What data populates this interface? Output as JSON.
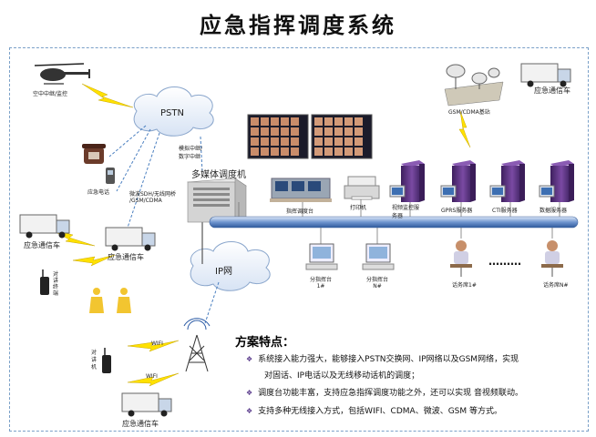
{
  "title": "应急指挥调度系统",
  "labels": {
    "helicopter": "空中中继/监控",
    "pstn": "PSTN",
    "emergency_phone": "应急电话",
    "analog_relay": "模拟中继/\n数字中继",
    "dispatcher_machine": "多媒体调度机",
    "microwave": "微波SDH/无线网桥\n/GSM/CDMA",
    "comm_vehicle_top": "应急通信车",
    "comm_vehicle_left": "应急通信车",
    "comm_vehicle_mid": "应急通信车",
    "comm_vehicle_bottom": "应急通信车",
    "intercom": "对\n讲\n终\n端",
    "ip_network": "IP网",
    "wifi1": "WIFI",
    "wifi2": "WIFI",
    "walkie": "对\n讲\n机",
    "base_station": "GSM/CDMA基站",
    "dispatch_desk": "指挥调度台",
    "printer": "打印机",
    "video_server": "视频监控服\n务器",
    "gprs_server": "GPRS服务器",
    "cti_server": "CTI服务器",
    "data_server": "数据服务器",
    "sub_desk_1": "分指挥台\n1#",
    "sub_desk_n": "分指挥台\nN#",
    "operator_1": "话务席1#",
    "operator_n": "话务席N#",
    "dots": "………"
  },
  "features": {
    "heading": "方案特点：",
    "items": [
      "系统接入能力强大，能够接入PSTN交换网、IP网络以及GSM网络，实现",
      "调度台功能丰富，支持应急指挥调度功能之外，还可以实现 音视频联动。",
      "支持多种无线接入方式，包括WIFI、CDMA、微波、GSM  等方式。"
    ],
    "item1_cont": "对固话、IP电话以及无线移动话机的调度；"
  },
  "colors": {
    "bus": "#5f86c4",
    "bus_light": "#c9d8f0",
    "server": "#6a3d8f",
    "bullet": "#5a3b8c",
    "lightning": "#ffe100"
  }
}
